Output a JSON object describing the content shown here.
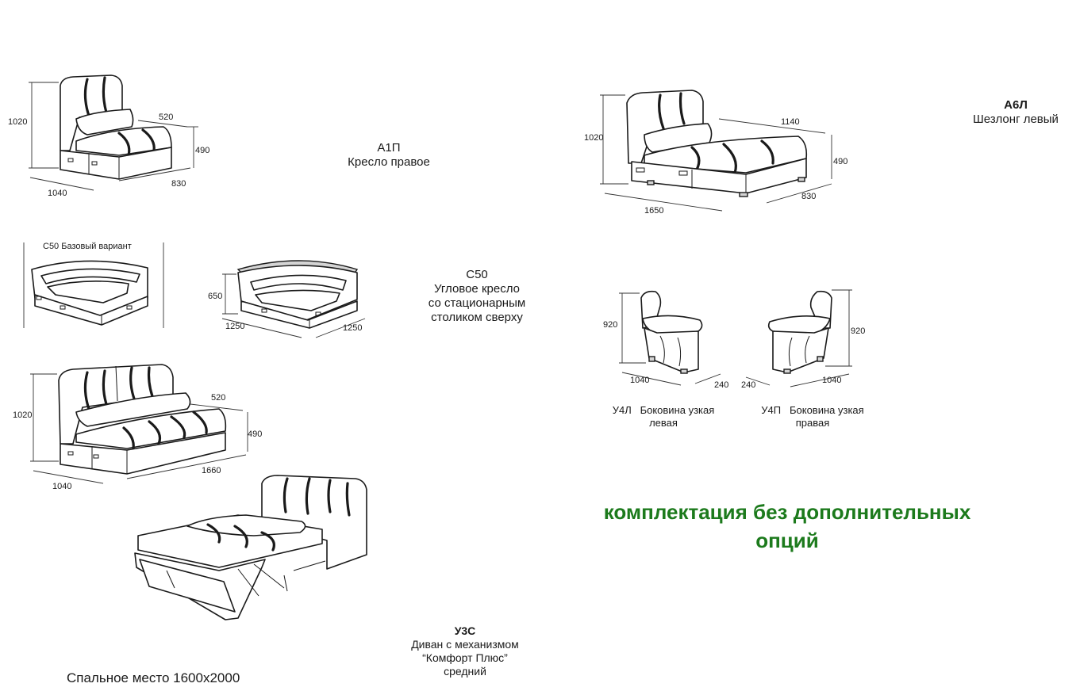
{
  "a1p": {
    "code": "А1П",
    "name": "Кресло правое",
    "dims": {
      "height": "1020",
      "width": "520",
      "seat_height": "490",
      "depth": "830",
      "length": "1040"
    }
  },
  "a6l": {
    "code": "А6Л",
    "name": "Шезлонг левый",
    "dims": {
      "height": "1020",
      "width": "1140",
      "seat_height": "490",
      "depth": "830",
      "length": "1650"
    }
  },
  "c50": {
    "base_label": "С50 Базовый вариант",
    "code": "С50",
    "name_line1": "Угловое кресло",
    "name_line2": "со стационарным",
    "name_line3": "столиком сверху",
    "dims": {
      "height": "650",
      "side_a": "1250",
      "side_b": "1250"
    }
  },
  "u4l": {
    "code": "У4Л",
    "name_line1": "Боковина узкая",
    "name_line2": "левая",
    "dims": {
      "height": "920",
      "length": "1040",
      "width": "240"
    }
  },
  "u4p": {
    "code": "У4П",
    "name_line1": "Боковина узкая",
    "name_line2": "правая",
    "dims": {
      "height": "920",
      "length": "1040",
      "width": "240"
    }
  },
  "sofa": {
    "dims": {
      "height": "1020",
      "width": "520",
      "seat_height": "490",
      "length": "1660",
      "depth": "1040"
    }
  },
  "u3c": {
    "code": "У3С",
    "name_line1": "Диван с механизмом",
    "name_line2": "“Комфорт Плюс”",
    "name_line3": "средний"
  },
  "sleeping_place": "Спальное место 1600х2000",
  "notice": {
    "line1": "комплектация без дополнительных",
    "line2": "опций",
    "color": "#1c7a1c"
  }
}
